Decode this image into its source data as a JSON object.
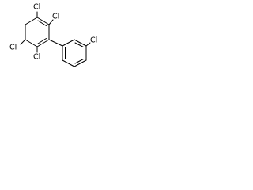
{
  "molecule": {
    "substituents": {
      "cl_top_left": "Cl",
      "cl_top_right": "Cl",
      "cl_left": "Cl",
      "cl_bottom": "Cl",
      "cl_phenyl": "Cl"
    }
  },
  "colors": {
    "bond": "#000000",
    "label": "#000000",
    "background": "#ffffff"
  }
}
